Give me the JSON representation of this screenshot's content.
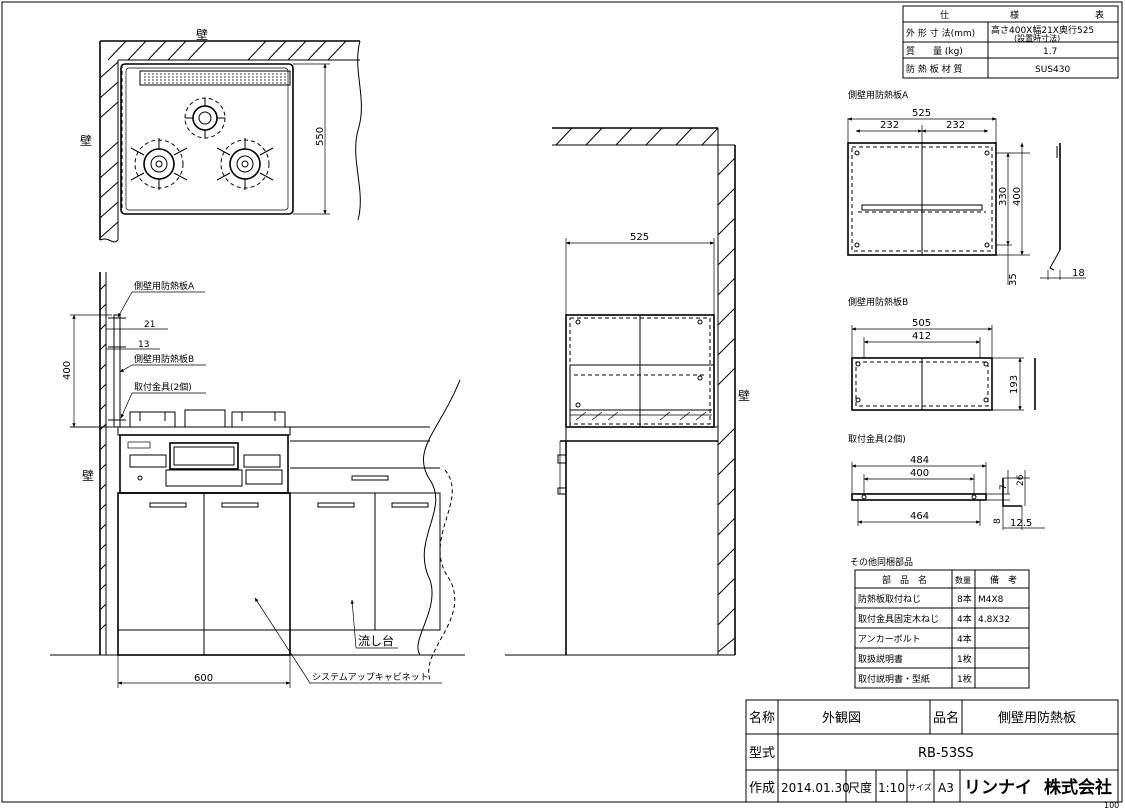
{
  "spec_table": {
    "header": [
      "仕",
      "様",
      "表"
    ],
    "rows": [
      {
        "label": "外 形 寸 法(mm)",
        "value": "高さ400X幅21X奥行525",
        "note": "(設置時寸法)"
      },
      {
        "label": "質　　量 (kg)",
        "value": "1.7"
      },
      {
        "label": "防 熱 板 材 質",
        "value": "SUS430"
      }
    ]
  },
  "top_view": {
    "wall_top": "壁",
    "wall_left": "壁",
    "dim_depth": "550"
  },
  "front_view": {
    "panel_a_label": "側壁用防熱板A",
    "panel_b_label": "側壁用防熱板B",
    "bracket_label": "取付金具(2個)",
    "dim_21": "21",
    "dim_13": "13",
    "dim_400": "400",
    "wall_left": "壁",
    "dim_600": "600",
    "sink_label": "流し台",
    "cabinet_label": "システムアップキャビネット"
  },
  "side_view": {
    "dim_525": "525",
    "wall_right": "壁"
  },
  "part_a": {
    "title": "側壁用防熱板A",
    "dim_total": "525",
    "dim_half_left": "232",
    "dim_half_right": "232",
    "dim_330": "330",
    "dim_400": "400",
    "dim_35": "35",
    "dim_18": "18"
  },
  "part_b": {
    "title": "側壁用防熱板B",
    "dim_505": "505",
    "dim_412": "412",
    "dim_193": "193"
  },
  "bracket": {
    "title": "取付金具(2個)",
    "dim_484": "484",
    "dim_400": "400",
    "dim_464": "464",
    "dim_7": "7",
    "dim_26": "26",
    "dim_8": "8",
    "dim_12_5": "12.5"
  },
  "parts_list": {
    "title": "その他同梱部品",
    "headers": [
      "部　品　名",
      "数量",
      "備　考"
    ],
    "rows": [
      [
        "防熱板取付ねじ",
        "8本",
        "M4X8"
      ],
      [
        "取付金具固定木ねじ",
        "4本",
        "4.8X32"
      ],
      [
        "アンカーボルト",
        "4本",
        ""
      ],
      [
        "取扱説明書",
        "1枚",
        ""
      ],
      [
        "取付説明書・型紙",
        "1枚",
        ""
      ]
    ]
  },
  "title_block": {
    "name_label": "名称",
    "name_value": "外観図",
    "product_label": "品名",
    "product_value": "側壁用防熱板",
    "model_label": "型式",
    "model_value": "RB-53SS",
    "created_label": "作成",
    "created_value": "2014.01.30",
    "scale_label": "尺度",
    "scale_value": "1:10",
    "size_label": "サイズ",
    "size_value": "A3",
    "company_brand": "リンナイ",
    "company_suffix": "株式会社",
    "sheet_code": "100"
  }
}
